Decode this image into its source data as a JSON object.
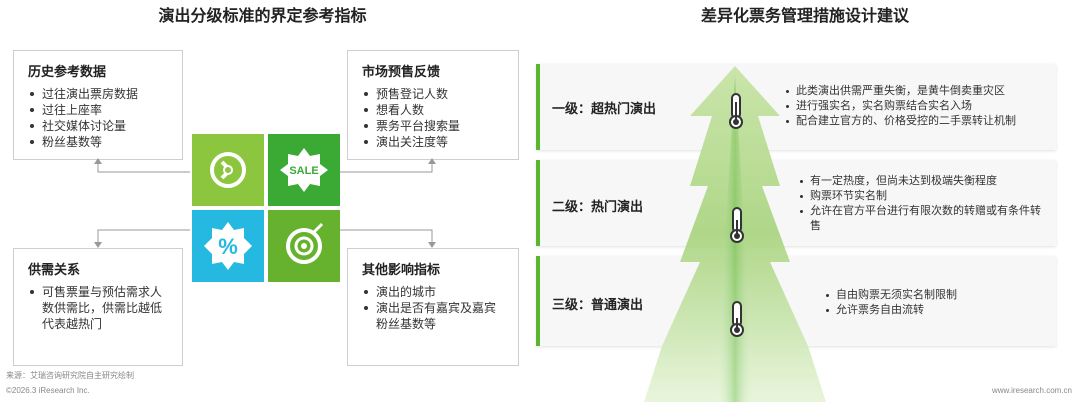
{
  "left": {
    "title": "演出分级标准的界定参考指标",
    "cards": [
      {
        "id": "history",
        "title": "历史参考数据",
        "items": [
          "过往演出票房数据",
          "过往上座率",
          "社交媒体讨论量",
          "粉丝基数等"
        ]
      },
      {
        "id": "market",
        "title": "市场预售反馈",
        "items": [
          "预售登记人数",
          "想看人数",
          "票务平台搜索量",
          "演出关注度等"
        ]
      },
      {
        "id": "supply",
        "title": "供需关系",
        "items": [
          "可售票量与预估需求人数供需比，供需比越低代表越热门"
        ]
      },
      {
        "id": "other",
        "title": "其他影响指标",
        "items": [
          "演出的城市",
          "演出是否有嘉宾及嘉宾粉丝基数等"
        ]
      }
    ],
    "puzzle": {
      "sale_text": "SALE",
      "percent_text": "%",
      "icons": [
        "clock-icon",
        "sale-tag-icon",
        "percent-icon",
        "target-icon"
      ],
      "colors": [
        "#8cc63f",
        "#3aaa35",
        "#25b8e0",
        "#66b22e"
      ]
    },
    "source": "来源：艾瑞咨询研究院自主研究绘制",
    "copyright": "©2026.3 iResearch Inc."
  },
  "right": {
    "title": "差异化票务管理措施设计建议",
    "levels": [
      {
        "label": "一级：超热门演出",
        "items": [
          "此类演出供需严重失衡，是黄牛倒卖重灾区",
          "进行强实名，实名购票结合实名入场",
          "配合建立官方的、价格受控的二手票转让机制"
        ]
      },
      {
        "label": "二级：热门演出",
        "items": [
          "有一定热度，但尚未达到极端失衡程度",
          "购票环节实名制",
          "允许在官方平台进行有限次数的转赠或有条件转售"
        ]
      },
      {
        "label": "三级：普通演出",
        "items": [
          "自由购票无须实名制限制",
          "允许票务自由流转"
        ]
      }
    ],
    "icons": [
      "thermometer-icon"
    ],
    "accent": "#5cb531"
  },
  "website": "www.iresearch.com.cn"
}
